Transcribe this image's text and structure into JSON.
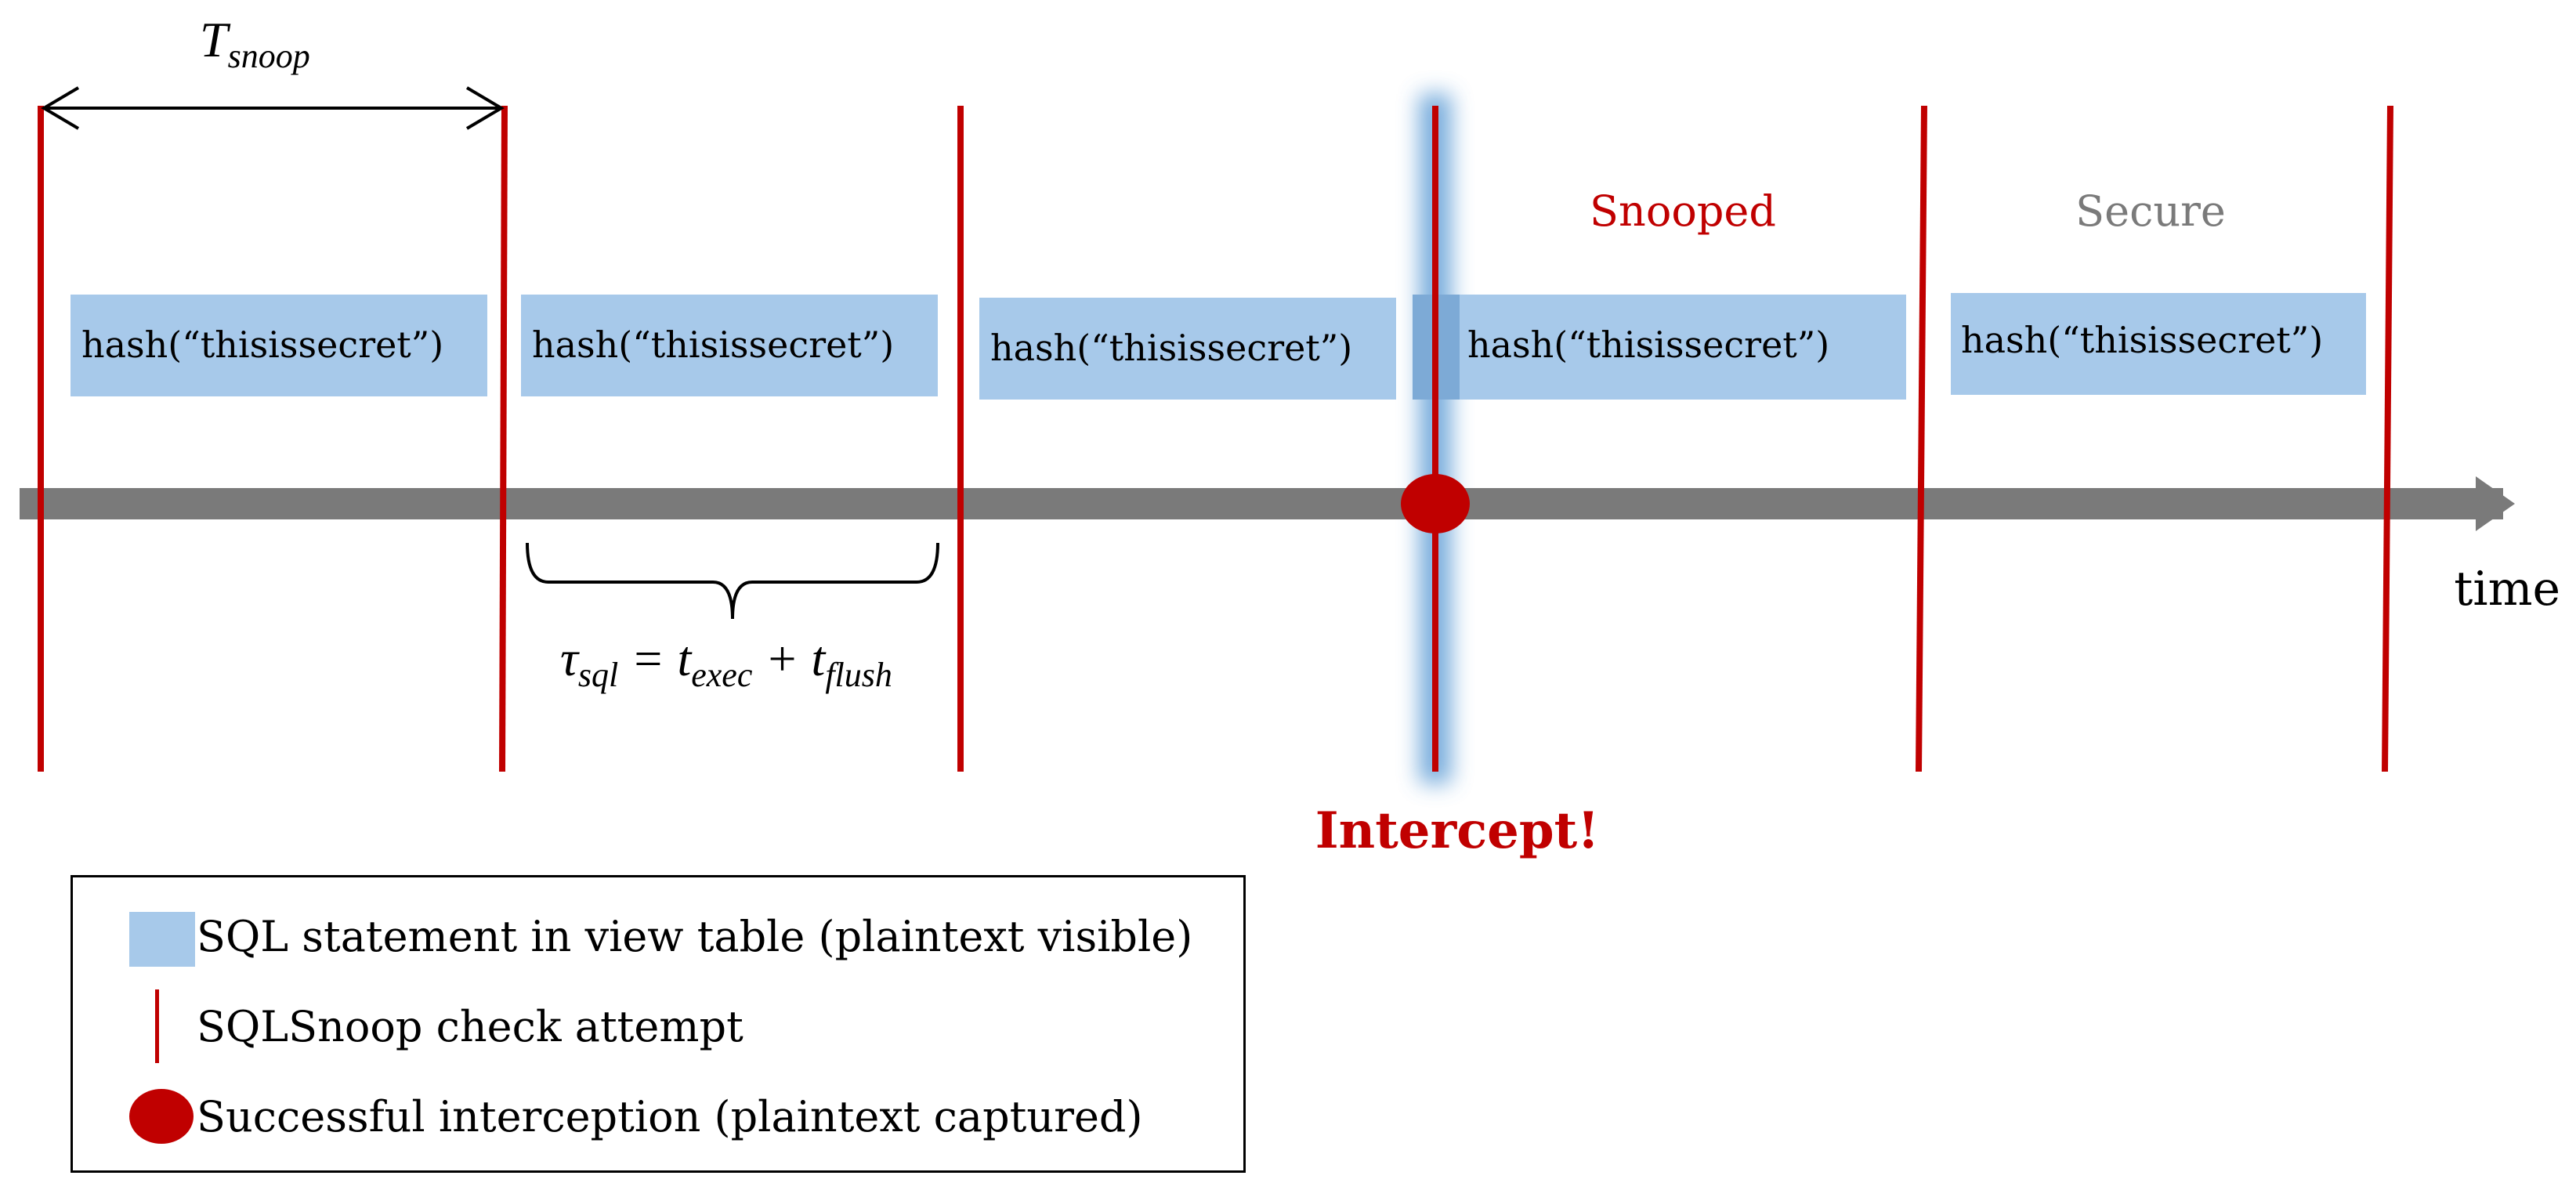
{
  "diagram": {
    "period_label_main": "T",
    "period_label_sub": "snoop",
    "statement_text": "hash(“thisissecret”)",
    "statements_count": 5,
    "equation": {
      "tau": "τ",
      "tau_sub": "sql",
      "equals": " = ",
      "t1": "t",
      "t1_sub": "exec",
      "plus": " + ",
      "t2": "t",
      "t2_sub": "flush"
    },
    "axis_label": "time",
    "status_snooped": "Snooped",
    "status_secure": "Secure",
    "intercept_label": "Intercept!",
    "colors": {
      "check_line": "#c00000",
      "statement_box": "#a7c9ea",
      "axis": "#7a7a7a",
      "glow": "#5b9bd5",
      "snooped_text": "#c00000",
      "secure_text": "#7a7a7a",
      "intercept_text": "#c00000"
    }
  },
  "legend": {
    "items": [
      {
        "icon": "blue-square-icon",
        "label": "SQL statement in view table (plaintext visible)"
      },
      {
        "icon": "red-line-icon",
        "label": "SQLSnoop check attempt"
      },
      {
        "icon": "red-dot-icon",
        "label": "Successful interception (plaintext captured)"
      }
    ]
  }
}
